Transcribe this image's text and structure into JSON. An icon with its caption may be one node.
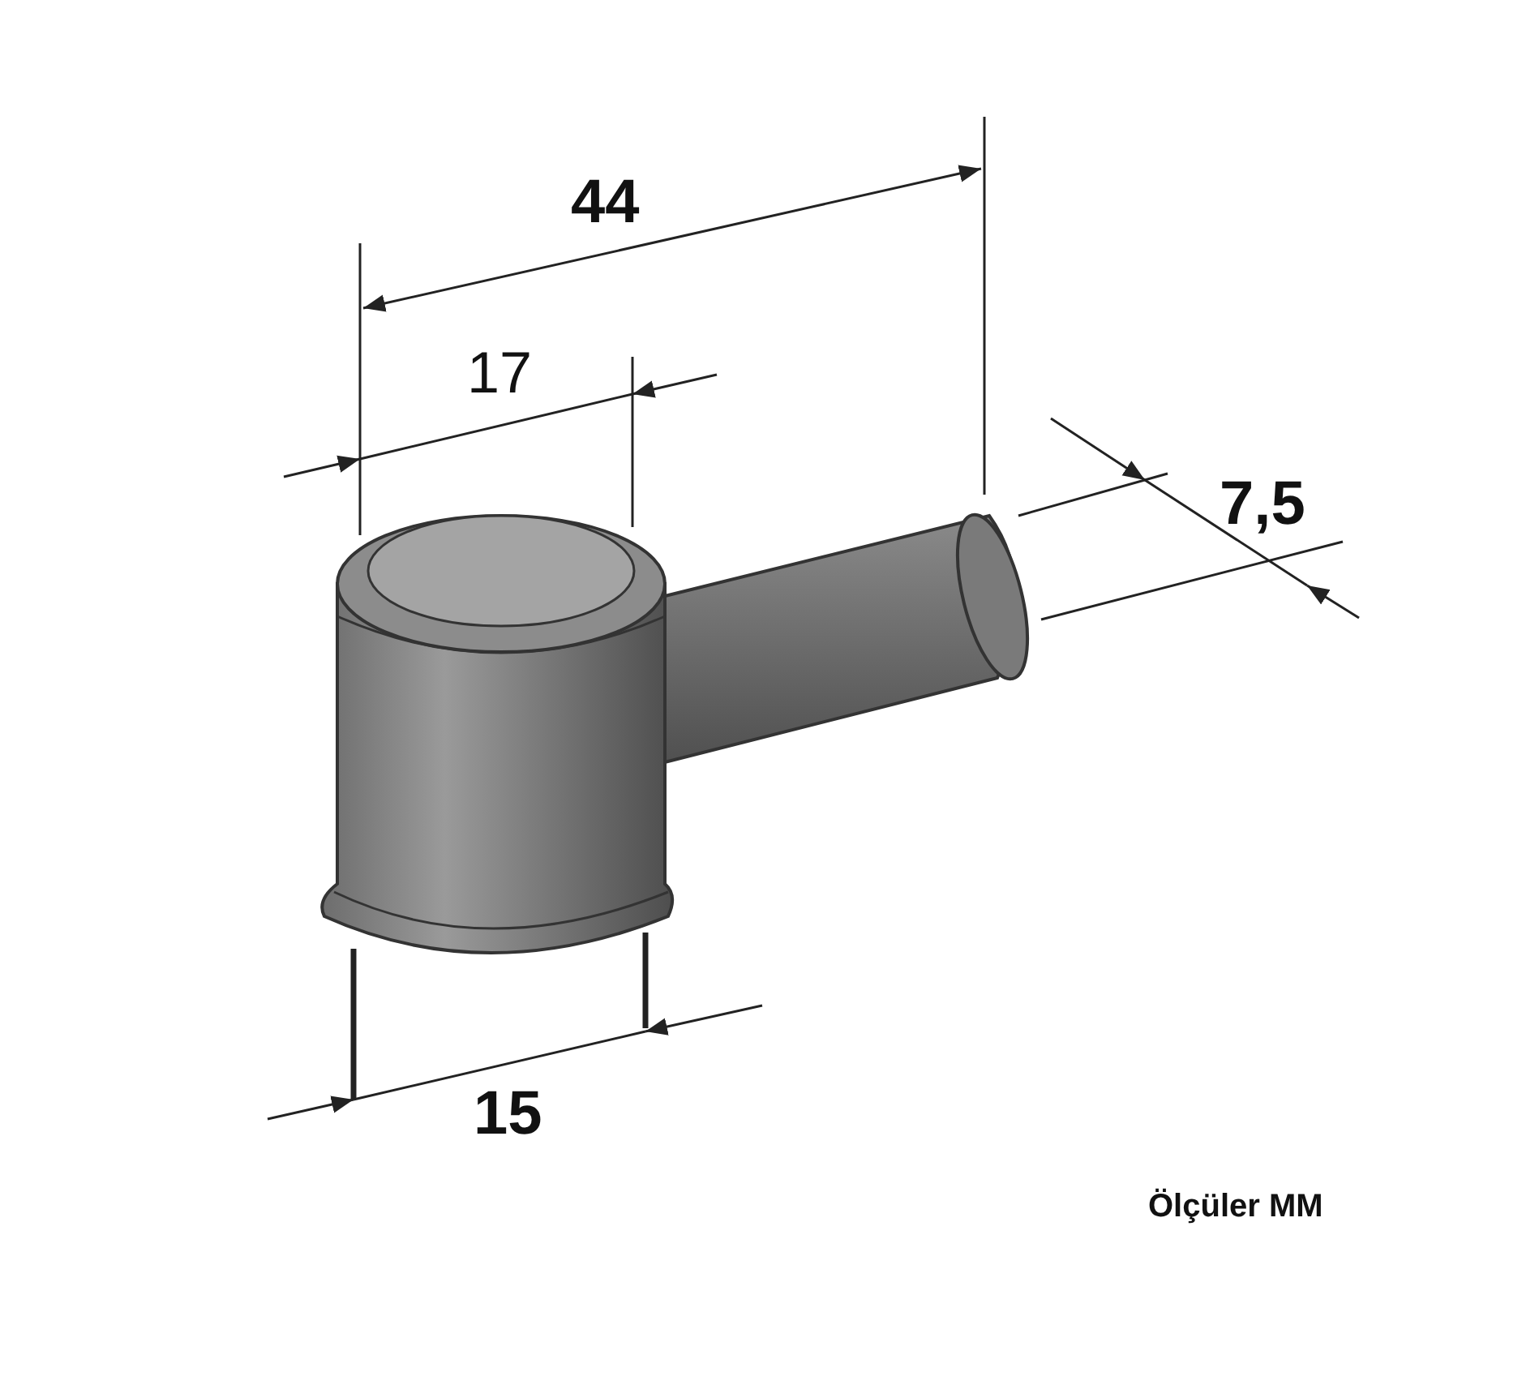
{
  "diagram": {
    "labels": [
      "44",
      "17",
      "7,5",
      "15",
      "Ölçüler MM"
    ]
  }
}
